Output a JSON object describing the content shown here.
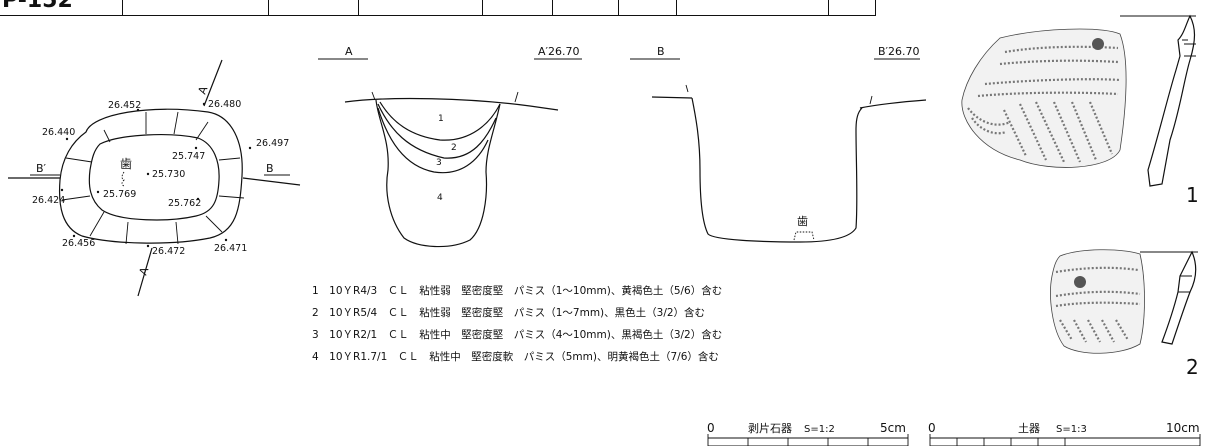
{
  "header_table": {
    "label_fragment": "P-152"
  },
  "plan": {
    "section_labels": {
      "a_top": "A",
      "a_bottom": "A",
      "b_left": "B′",
      "b_right": "B"
    },
    "tooth_label": "歯",
    "elevations": [
      "26.452",
      "26.480",
      "26.440",
      "26.497",
      "25.747",
      "25.730",
      "26.424",
      "25.769",
      "25.762",
      "26.456",
      "26.472",
      "26.471"
    ]
  },
  "section_a": {
    "left_label": "A",
    "right_label": "A′26.70",
    "layers": [
      "1",
      "2",
      "3",
      "4"
    ]
  },
  "section_b": {
    "left_label": "B",
    "right_label": "B′26.70",
    "tooth_label": "歯"
  },
  "legend": [
    "1　10ＹR4/3　ＣＬ　粘性弱　堅密度堅　パミス（1～10mm)、黄褐色土（5/6）含む",
    "2　10ＹR5/4　ＣＬ　粘性弱　堅密度堅　パミス（1～7mm)、黒色土（3/2）含む",
    "3　10ＹR2/1　ＣＬ　粘性中　堅密度堅　パミス（4～10mm)、黒褐色土（3/2）含む",
    "4　10ＹR1.7/1　ＣＬ　粘性中　堅密度軟　パミス（5mm)、明黄褐色土（7/6）含む"
  ],
  "artifacts": {
    "fig1_number": "1",
    "fig2_number": "2"
  },
  "scales": {
    "stone": {
      "zero": "0",
      "label": "剥片石器",
      "ratio": "S=1:2",
      "end": "5cm"
    },
    "pottery": {
      "zero": "0",
      "label": "土器",
      "ratio": "S=1:3",
      "end": "10cm"
    }
  }
}
